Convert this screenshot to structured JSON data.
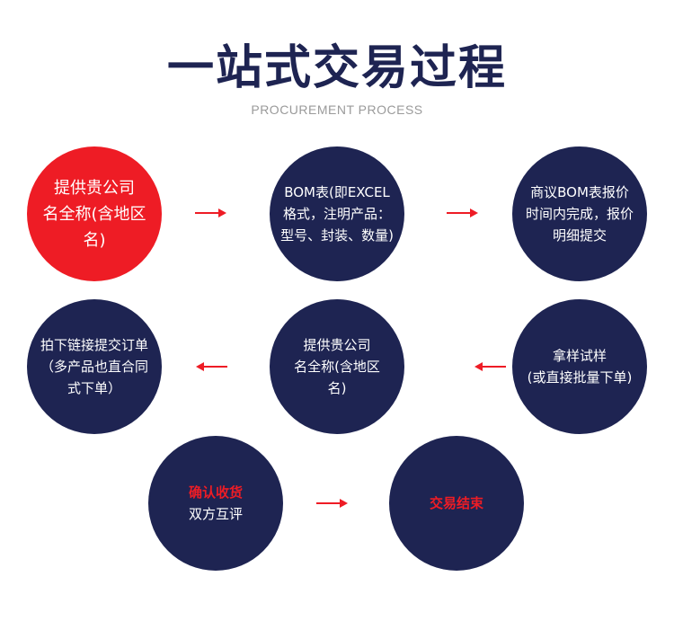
{
  "title": "一站式交易过程",
  "subtitle": "PROCUREMENT PROCESS",
  "colors": {
    "navy": "#1e2452",
    "red": "#ee1c25",
    "subtitle_gray": "#9a9a9a"
  },
  "steps": [
    {
      "lines": [
        "提供贵公司",
        "名全称(含地区",
        "名)"
      ]
    },
    {
      "lines": [
        "BOM表(即EXCEL",
        "格式，注明产品：",
        "型号、封装、数量)"
      ]
    },
    {
      "lines": [
        "商议BOM表报价",
        "时间内完成，报价",
        "明细提交"
      ]
    },
    {
      "lines": [
        "拿样试样",
        "(或直接批量下单)"
      ]
    },
    {
      "lines": [
        "提供贵公司",
        "名全称(含地区",
        "名)"
      ]
    },
    {
      "lines": [
        "拍下链接提交订单",
        "（多产品也直合同",
        "式下单）"
      ]
    },
    {
      "lines": [
        "确认收货",
        "双方互评"
      ]
    },
    {
      "lines": [
        "交易结束"
      ]
    }
  ]
}
